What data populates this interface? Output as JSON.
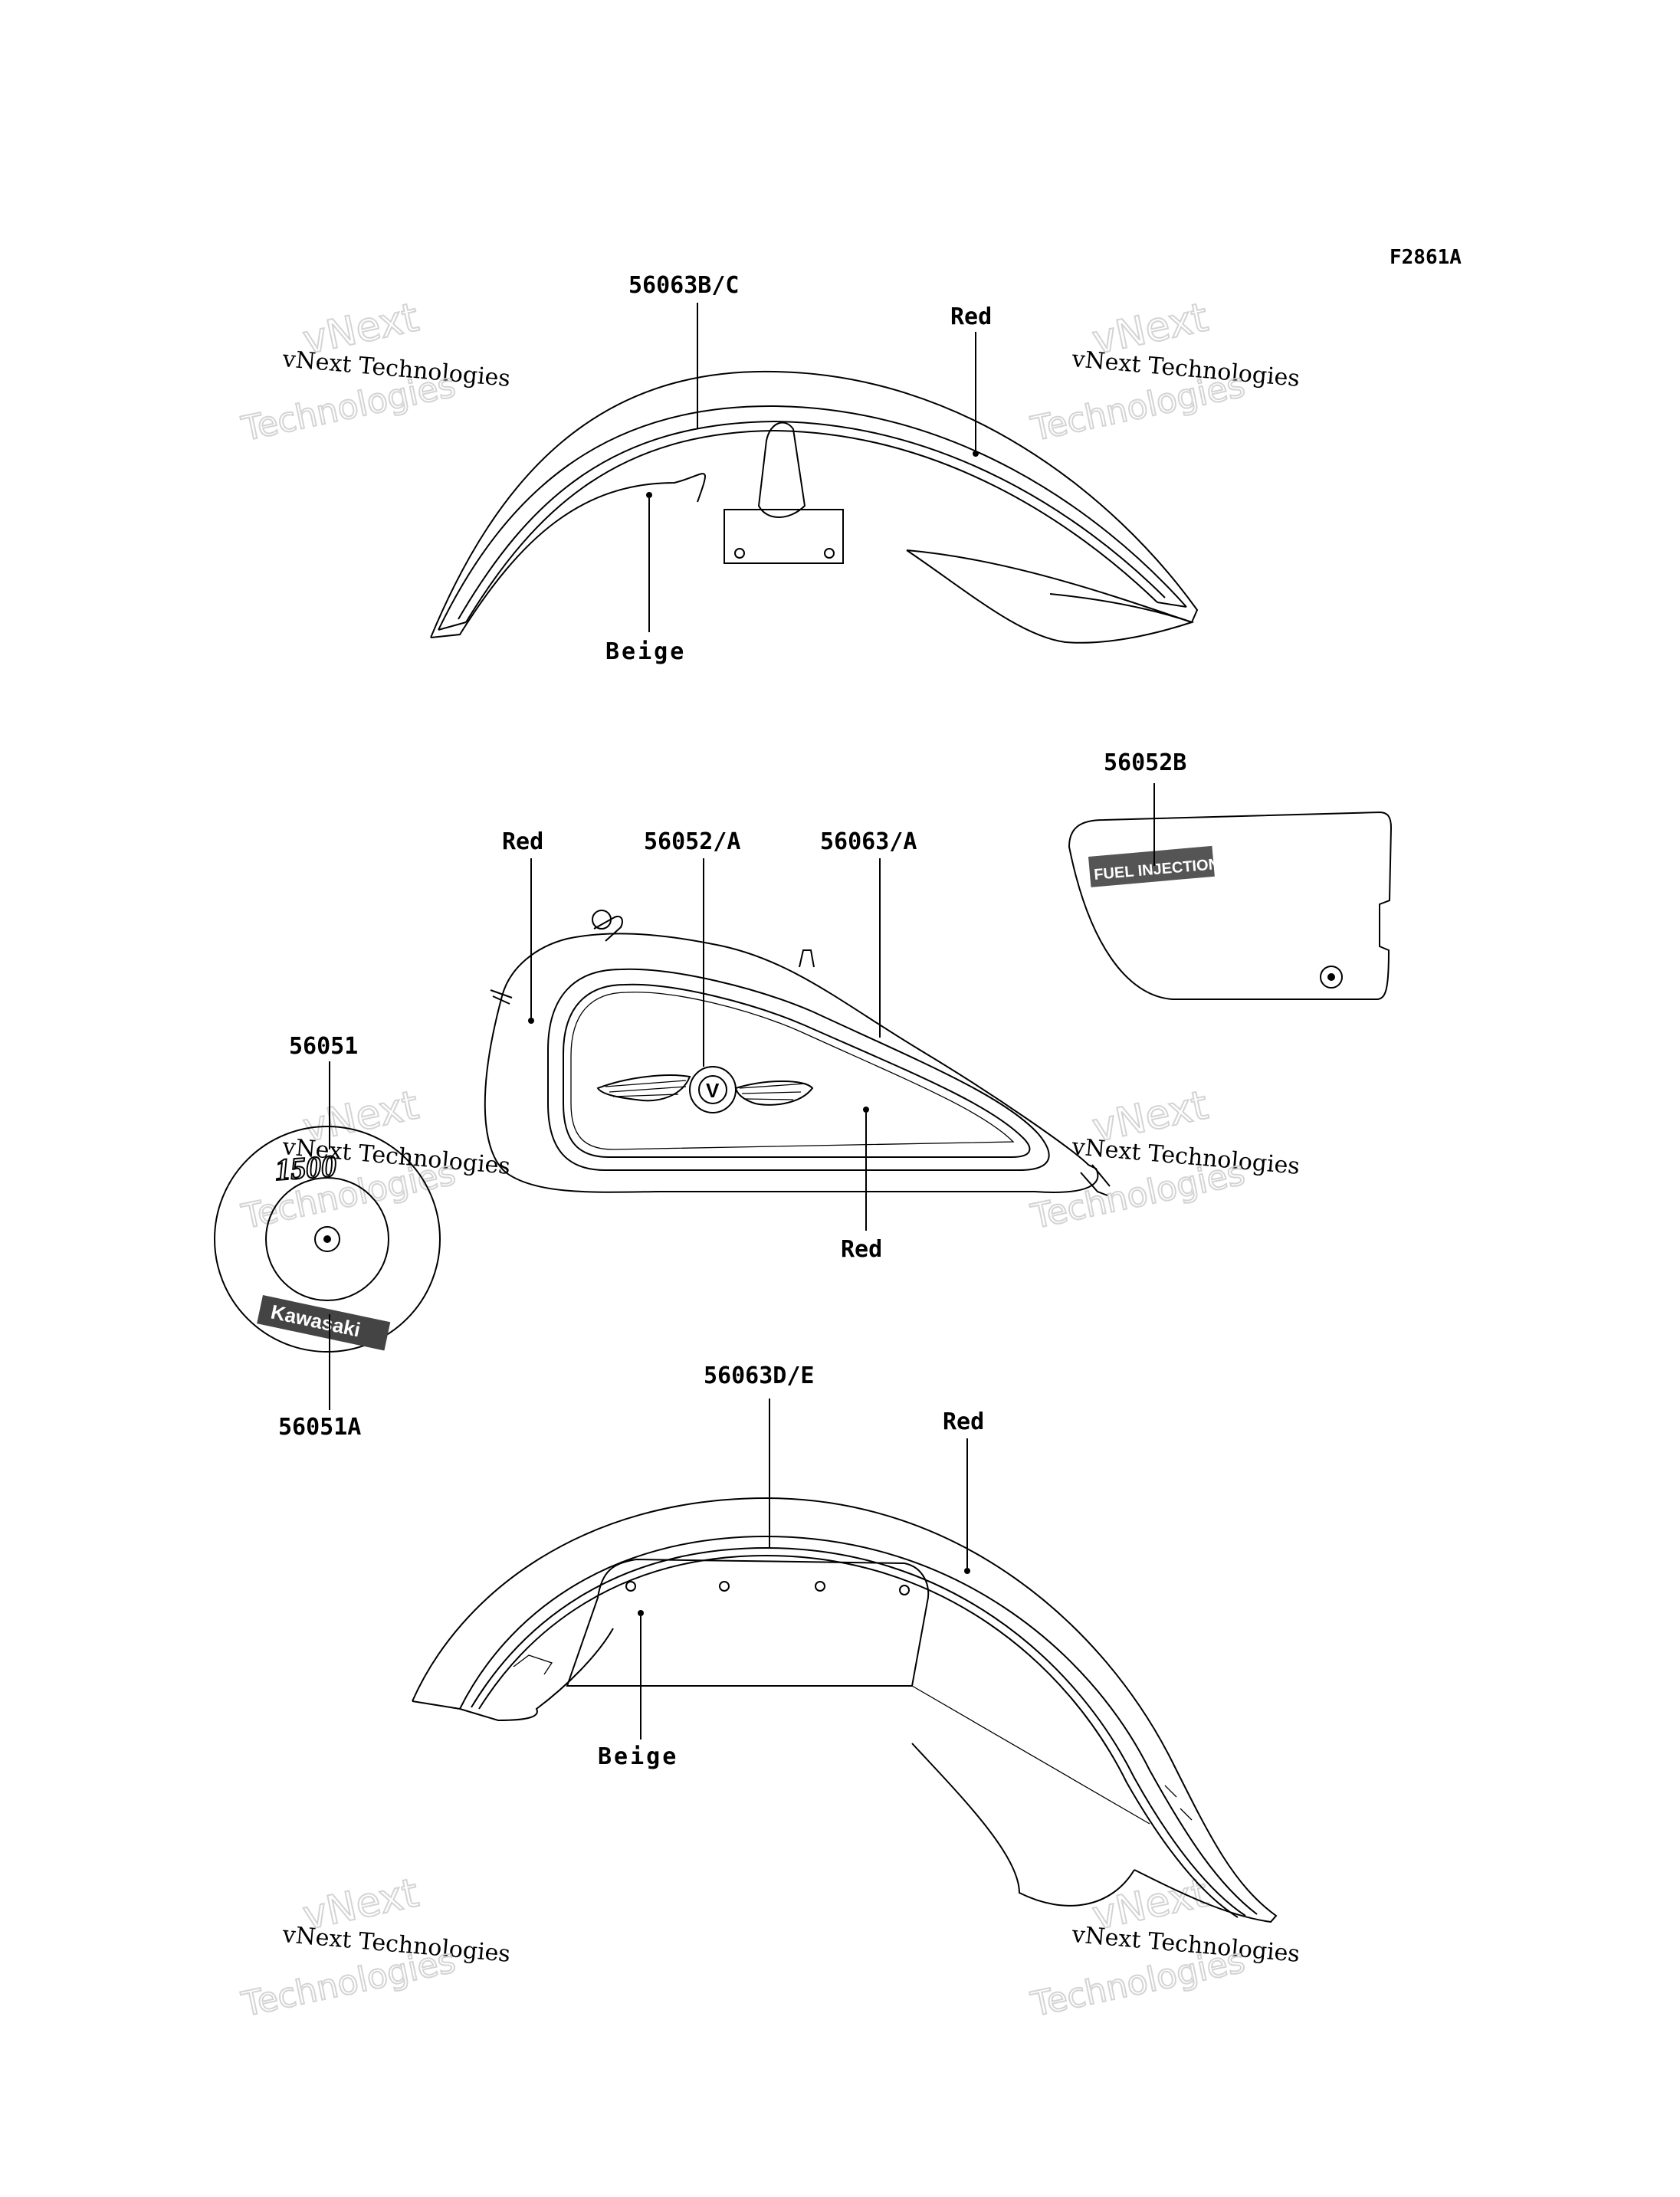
{
  "figure_id": "F2861A",
  "watermark": {
    "line1": "vNext",
    "line2": "vNext Technologies",
    "line3": "Technologies"
  },
  "callouts": {
    "front_fender_stripe": "56063B/C",
    "front_fender_red": "Red",
    "front_fender_beige": "Beige",
    "side_cover_emblem": "56052B",
    "tank_red_left": "Red",
    "tank_emblem": "56052/A",
    "tank_stripe": "56063/A",
    "tank_red_center": "Red",
    "cap_top_emblem": "56051",
    "cap_bottom_emblem": "56051A",
    "rear_fender_stripe": "56063D/E",
    "rear_fender_red": "Red",
    "rear_fender_beige": "Beige"
  },
  "decal_text": {
    "side_cover": "FUEL INJECTION",
    "cap_top": "1500",
    "cap_bottom": "Kawasaki",
    "tank_emblem": "V"
  }
}
